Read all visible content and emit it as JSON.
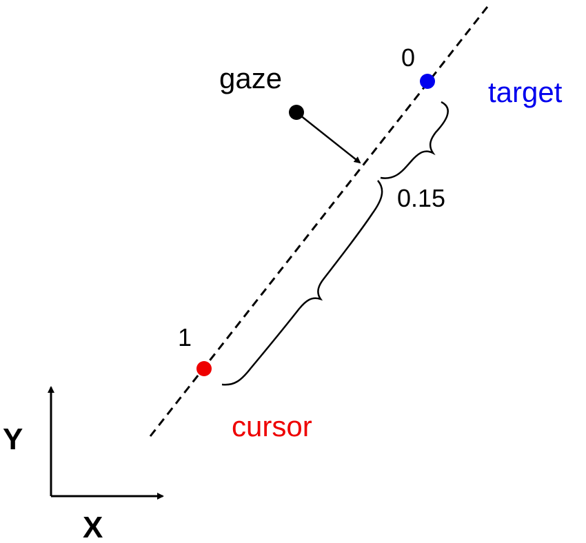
{
  "diagram": {
    "labels": {
      "gaze": "gaze",
      "target": "target",
      "cursor": "cursor",
      "target_value": "0",
      "cursor_value": "1",
      "gaze_projection_value": "0.15"
    },
    "axes": {
      "x_label": "X",
      "y_label": "Y"
    },
    "colors": {
      "target": "#0000ee",
      "cursor": "#ee0000",
      "gaze": "#000000",
      "line": "#000000",
      "text": "#000000"
    }
  }
}
